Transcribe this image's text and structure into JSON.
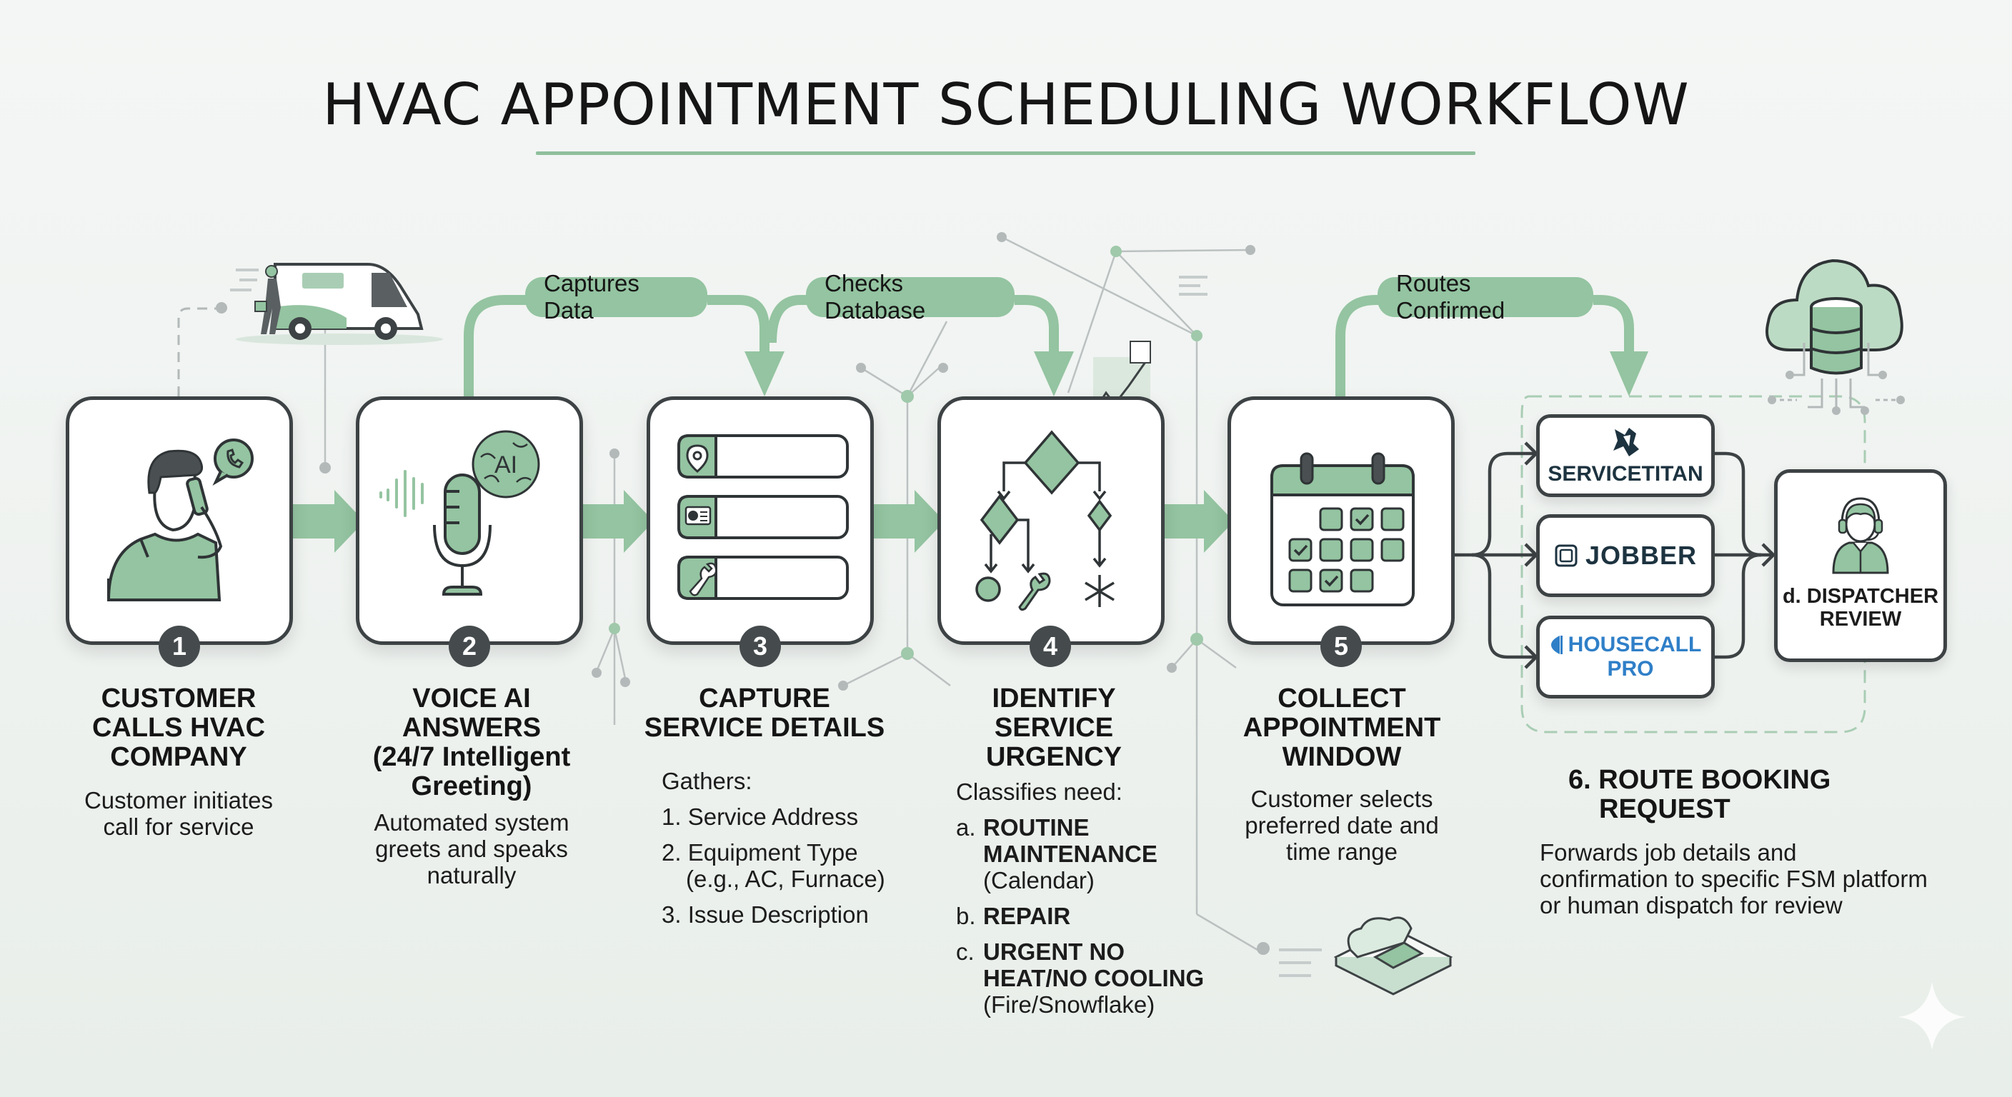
{
  "title": "HVAC APPOINTMENT SCHEDULING WORKFLOW",
  "colors": {
    "accent_green": "#94c4a1",
    "dark_outline": "#3d4244",
    "badge": "#454b4d",
    "background": "#f0f3f1",
    "housecall_blue": "#2f7fc8",
    "brand_dark": "#1d3340"
  },
  "connectors": [
    {
      "label": "Captures Data",
      "from_step": 2,
      "to_step": 3
    },
    {
      "label": "Checks Database",
      "from_step": 3,
      "to_step": 4
    },
    {
      "label": "Routes Confirmed",
      "from_step": 5,
      "to_step": 6
    }
  ],
  "steps": [
    {
      "number": "1",
      "icon": "person-phone-call-icon",
      "title_lines": [
        "CUSTOMER",
        "CALLS HVAC",
        "COMPANY"
      ],
      "description_lines": [
        "Customer initiates",
        "call for service"
      ]
    },
    {
      "number": "2",
      "icon": "microphone-ai-brain-icon",
      "icon_text": "AI",
      "title_lines": [
        "VOICE AI",
        "ANSWERS",
        "(24/7 Intelligent",
        "Greeting)"
      ],
      "description_lines": [
        "Automated system",
        "greets and speaks",
        "naturally"
      ]
    },
    {
      "number": "3",
      "icon": "form-fields-icon",
      "title_lines": [
        "CAPTURE",
        "SERVICE DETAILS"
      ],
      "intro": "Gathers:",
      "items": [
        {
          "marker": "1.",
          "text": "Service Address"
        },
        {
          "marker": "2.",
          "text": "Equipment Type",
          "sub": "(e.g., AC, Furnace)"
        },
        {
          "marker": "3.",
          "text": "Issue Description"
        }
      ]
    },
    {
      "number": "4",
      "icon": "decision-tree-icon",
      "title_lines": [
        "IDENTIFY",
        "SERVICE",
        "URGENCY"
      ],
      "intro": "Classifies need:",
      "items": [
        {
          "marker": "a.",
          "bold_lines": [
            "ROUTINE",
            "MAINTENANCE"
          ],
          "sub": "(Calendar)"
        },
        {
          "marker": "b.",
          "bold_lines": [
            "REPAIR"
          ]
        },
        {
          "marker": "c.",
          "bold_lines": [
            "URGENT NO",
            "HEAT/NO COOLING"
          ],
          "sub": "(Fire/Snowflake)"
        }
      ]
    },
    {
      "number": "5",
      "icon": "calendar-icon",
      "title_lines": [
        "COLLECT",
        "APPOINTMENT",
        "WINDOW"
      ],
      "description_lines": [
        "Customer selects",
        "preferred date and",
        "time range"
      ]
    }
  ],
  "route": {
    "title_lines": [
      "6. ROUTE BOOKING",
      "REQUEST"
    ],
    "description_lines": [
      "Forwards job details and",
      "confirmation to specific FSM platform",
      "or human dispatch for review"
    ],
    "platforms": [
      {
        "name": "SERVICETITAN",
        "icon": "servicetitan-logo-icon"
      },
      {
        "name": "JOBBER",
        "icon": "jobber-logo-icon"
      },
      {
        "name_lines": [
          "HOUSECALL",
          "PRO"
        ],
        "icon": "housecall-pro-logo-icon"
      }
    ],
    "dispatcher": {
      "label_lines": [
        "d. DISPATCHER",
        "REVIEW"
      ],
      "icon": "headset-dispatcher-icon"
    }
  }
}
